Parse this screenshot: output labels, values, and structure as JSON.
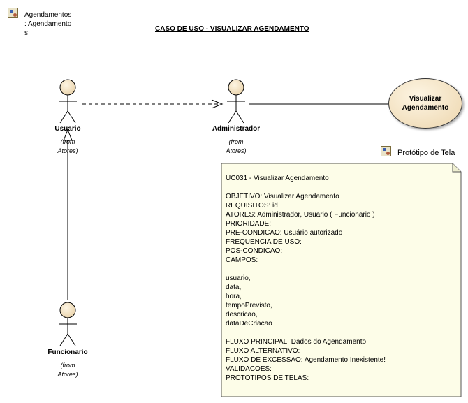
{
  "package": {
    "icon": "package-diagram-icon",
    "name_lines": [
      "Agendamentos",
      ": Agendamento",
      "s"
    ]
  },
  "diagram_title": "CASO DE USO - VISUALIZAR AGENDAMENTO",
  "actors": {
    "usuario": {
      "name": "Usuario",
      "from_lines": [
        "(from",
        "Atores)"
      ]
    },
    "administrador": {
      "name": "Administrador",
      "from_lines": [
        "(from",
        "Atores)"
      ]
    },
    "funcionario": {
      "name": "Funcionario",
      "from_lines": [
        "(from",
        "Atores)"
      ]
    }
  },
  "use_case": {
    "lines": [
      "Visualizar",
      "Agendamento"
    ]
  },
  "prototype_link": {
    "icon": "package-diagram-icon",
    "label": "Protótipo de Tela"
  },
  "note": {
    "lines": [
      "UC031 - Visualizar Agendamento",
      "",
      "OBJETIVO: Visualizar Agendamento",
      "REQUISITOS: id",
      "ATORES: Administrador, Usuario ( Funcionario )",
      "PRIORIDADE:",
      "PRE-CONDICAO: Usuário autorizado",
      "FREQUENCIA DE USO:",
      "POS-CONDICAO:",
      "CAMPOS:",
      "",
      "usuario,",
      "data,",
      "hora,",
      "tempoPrevisto,",
      "descricao,",
      "dataDeCriacao",
      "",
      "FLUXO PRINCIPAL: Dados do Agendamento",
      "FLUXO ALTERNATIVO:",
      "FLUXO DE EXCESSAO: Agendamento Inexistente!",
      "VALIDACOES:",
      "PROTOTIPOS DE TELAS:"
    ]
  }
}
